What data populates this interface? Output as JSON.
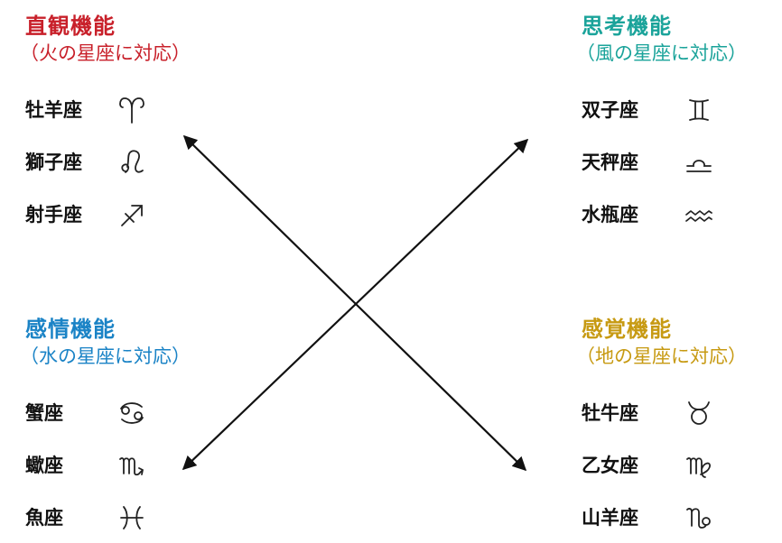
{
  "colors": {
    "intuition": "#c8202a",
    "thinking": "#1aa39a",
    "feeling": "#1a83c6",
    "sensation": "#c79a12",
    "arrow": "#111111"
  },
  "quadrants": {
    "intuition": {
      "title": "直観機能",
      "subtitle": "（火の星座に対応）",
      "signs": [
        {
          "name": "牡羊座",
          "icon": "aries-icon"
        },
        {
          "name": "獅子座",
          "icon": "leo-icon"
        },
        {
          "name": "射手座",
          "icon": "sagittarius-icon"
        }
      ]
    },
    "thinking": {
      "title": "思考機能",
      "subtitle": "（風の星座に対応）",
      "signs": [
        {
          "name": "双子座",
          "icon": "gemini-icon"
        },
        {
          "name": "天秤座",
          "icon": "libra-icon"
        },
        {
          "name": "水瓶座",
          "icon": "aquarius-icon"
        }
      ]
    },
    "feeling": {
      "title": "感情機能",
      "subtitle": "（水の星座に対応）",
      "signs": [
        {
          "name": "蟹座",
          "icon": "cancer-icon"
        },
        {
          "name": "蠍座",
          "icon": "scorpio-icon"
        },
        {
          "name": "魚座",
          "icon": "pisces-icon"
        }
      ]
    },
    "sensation": {
      "title": "感覚機能",
      "subtitle": "（地の星座に対応）",
      "signs": [
        {
          "name": "牡牛座",
          "icon": "taurus-icon"
        },
        {
          "name": "乙女座",
          "icon": "virgo-icon"
        },
        {
          "name": "山羊座",
          "icon": "capricorn-icon"
        }
      ]
    }
  }
}
